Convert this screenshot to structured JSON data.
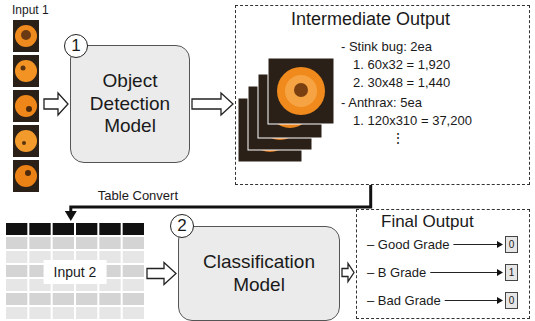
{
  "diagram": {
    "nodes": [
      {
        "text": [
          "Object Detection Model"
        ]
      },
      {
        "text": [
          "Intermediate Output",
          "- Stink bug: 2ea",
          "1. 60x32 = 1,920",
          "2. 30x48 = 1,440",
          "- Anthrax: 5ea",
          "1. 120x310 = 37,200",
          "⋮"
        ]
      },
      {
        "text": [
          "Input 2"
        ]
      },
      {
        "text": [
          "Classification Model"
        ]
      },
      {
        "text": [
          "Final Output",
          "– Good Grade",
          "– B Grade",
          "– Bad Grade"
        ]
      },
      {
        "text": [
          "0"
        ],
        "in": 4
      },
      {
        "text": [
          "1"
        ],
        "in": 4
      },
      {
        "text": [
          "0"
        ],
        "in": 4
      }
    ],
    "edges": [
      {
        "from": 0,
        "to": 1,
        "arrow": "to"
      },
      {
        "from": 1,
        "to": 2,
        "label": "Table Convert",
        "arrow": "to"
      },
      {
        "from": 2,
        "to": 3,
        "arrow": "to"
      },
      {
        "from": 3,
        "to": 4,
        "arrow": "to"
      }
    ],
    "labels": [
      "Input 1",
      "1",
      "2"
    ]
  }
}
